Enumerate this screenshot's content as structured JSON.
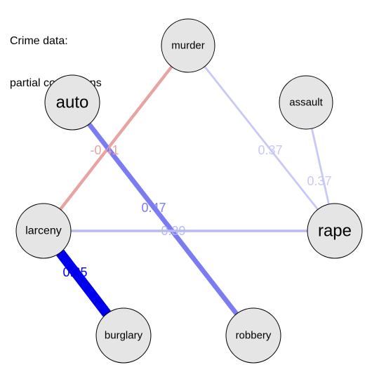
{
  "title": {
    "line1": "Crime data:",
    "line2": "partial correlations"
  },
  "graph": {
    "nodes": [
      {
        "id": "murder",
        "label": "murder"
      },
      {
        "id": "auto",
        "label": "auto"
      },
      {
        "id": "assault",
        "label": "assault"
      },
      {
        "id": "larceny",
        "label": "larceny"
      },
      {
        "id": "rape",
        "label": "rape"
      },
      {
        "id": "burglary",
        "label": "burglary"
      },
      {
        "id": "robbery",
        "label": "robbery"
      }
    ],
    "edges": [
      {
        "from": "larceny",
        "to": "murder",
        "weight": -0.41,
        "label": "-0.41",
        "color": "#e8a3a3"
      },
      {
        "from": "auto",
        "to": "robbery",
        "weight": 0.47,
        "label": "0.47",
        "color": "#7b7bf3"
      },
      {
        "from": "murder",
        "to": "rape",
        "weight": 0.37,
        "label": "0.37",
        "color": "#c8c8f8"
      },
      {
        "from": "assault",
        "to": "rape",
        "weight": 0.37,
        "label": "0.37",
        "color": "#c8c8f8"
      },
      {
        "from": "larceny",
        "to": "rape",
        "weight": 0.39,
        "label": "0.39",
        "color": "#b9b9f6"
      },
      {
        "from": "larceny",
        "to": "burglary",
        "weight": 0.65,
        "label": "0.65",
        "color": "#0000ee"
      }
    ],
    "colors": {
      "negative": "#e8a3a3",
      "positive": "#0000ee",
      "node_fill": "#e5e5e5"
    }
  }
}
